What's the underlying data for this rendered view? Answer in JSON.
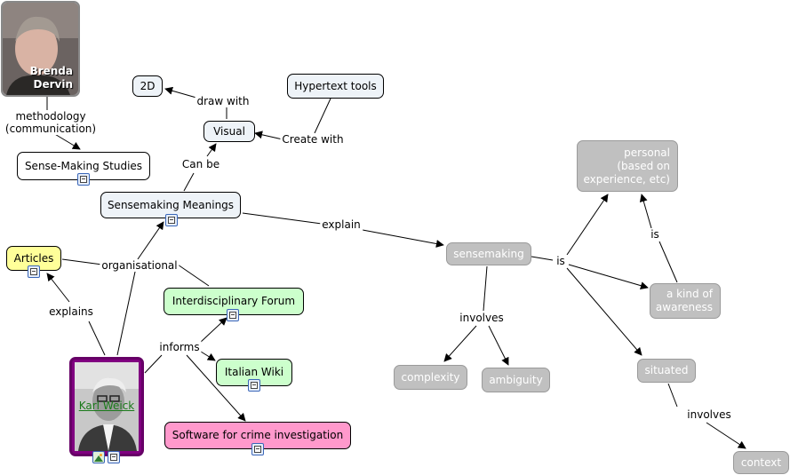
{
  "nodes": {
    "brenda": {
      "name_line1": "Brenda",
      "name_line2": "Dervin"
    },
    "sense_making_studies": "Sense-Making Studies",
    "two_d": "2D",
    "visual": "Visual",
    "hypertext_tools": "Hypertext tools",
    "sensemaking_meanings": "Sensemaking Meanings",
    "articles": "Articles",
    "interdisciplinary_forum": "Interdisciplinary Forum",
    "italian_wiki": "Italian Wiki",
    "software_crime": "Software for crime investigation",
    "karl_weick": "Karl Weick",
    "sensemaking": "sensemaking",
    "personal_line1": "personal",
    "personal_line2": "(based on",
    "personal_line3": "experience, etc)",
    "awareness_line1": "a kind of",
    "awareness_line2": "awareness",
    "situated": "situated",
    "complexity": "complexity",
    "ambiguity": "ambiguity",
    "context": "context"
  },
  "links": {
    "methodology_line1": "methodology",
    "methodology_line2": "(communication)",
    "draw_with": "draw with",
    "create_with": "Create with",
    "can_be": "Can be",
    "explain": "explain",
    "organisational": "organisational",
    "explains": "explains",
    "informs": "informs",
    "is_1": "is",
    "is_2": "is",
    "involves_1": "involves",
    "involves_2": "involves"
  },
  "icons": {
    "document": "document-icon",
    "image": "image-icon"
  }
}
